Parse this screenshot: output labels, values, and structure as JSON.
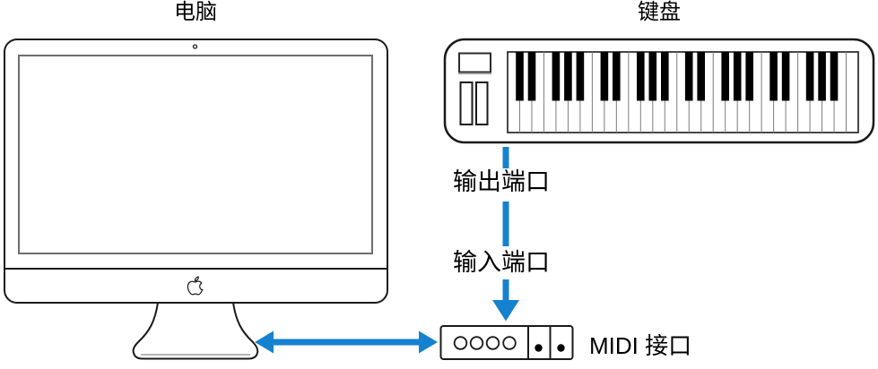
{
  "figure": {
    "kind": "midi-setup-diagram",
    "background": "#ffffff"
  },
  "labels": {
    "computer": "电脑",
    "keyboard": "键盘",
    "output_port": "输出端口",
    "input_port": "输入端口",
    "midi_interface": "MIDI 接口"
  },
  "colors": {
    "connection_blue": "#1482cf",
    "outline_black": "#1a1a1a",
    "screen_border_gray": "#6e6e6e"
  },
  "icons": {
    "computer": "imac-front-outline-icon",
    "apple_logo": "apple-logo-icon",
    "camera": "camera-dot-icon",
    "keyboard": "midi-controller-keyboard-icon",
    "midi_interface": "midi-interface-box-icon",
    "horizontal_connection": "double-headed-arrow-icon",
    "vertical_connection": "dashed-down-arrow-icon"
  },
  "keyboard": {
    "white_key_count": 29,
    "octaves": 4,
    "black_key_offsets": [
      1,
      2,
      4,
      5,
      6
    ]
  },
  "midi_interface": {
    "round_port_count": 4,
    "dot_port_count": 2
  }
}
